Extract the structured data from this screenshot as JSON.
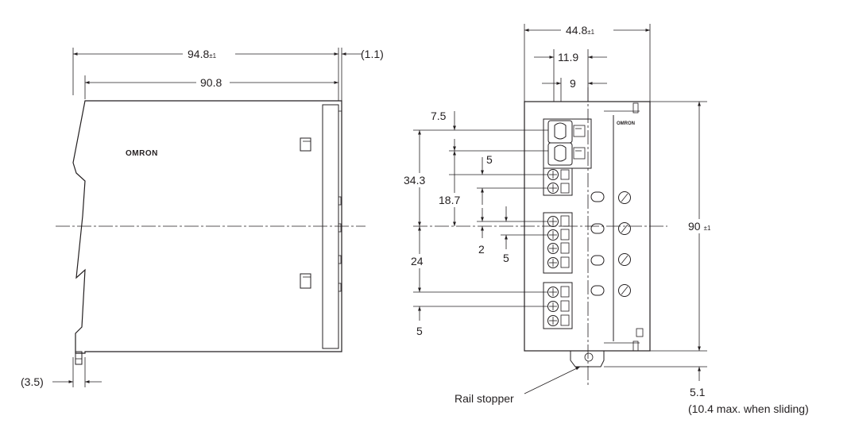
{
  "side_view": {
    "overall_depth_label": "94.8",
    "overall_depth_tol": "±1",
    "body_depth_label": "90.8",
    "front_protrusion_label": "(1.1)",
    "rail_offset_label": "(3.5)",
    "brand_logo_text": "OMRON"
  },
  "front_view": {
    "width_label": "44.8",
    "width_tol": "±1",
    "terminal_offset_a_label": "11.9",
    "terminal_offset_b_label": "9",
    "top_to_first_terminal_label": "7.5",
    "pitch_label_top": "5",
    "upper_block_label": "34.3",
    "middle_block_label": "18.7",
    "small_gap_label": "2",
    "pitch_label_mid": "5",
    "lower_block_label": "24",
    "pitch_label_bottom": "5",
    "height_label": "90",
    "height_tol": "±1",
    "rail_bottom_label": "5.1",
    "rail_sliding_note": "(10.4 max. when sliding)",
    "rail_stopper_label": "Rail stopper",
    "brand_logo_text": "OMRON"
  }
}
